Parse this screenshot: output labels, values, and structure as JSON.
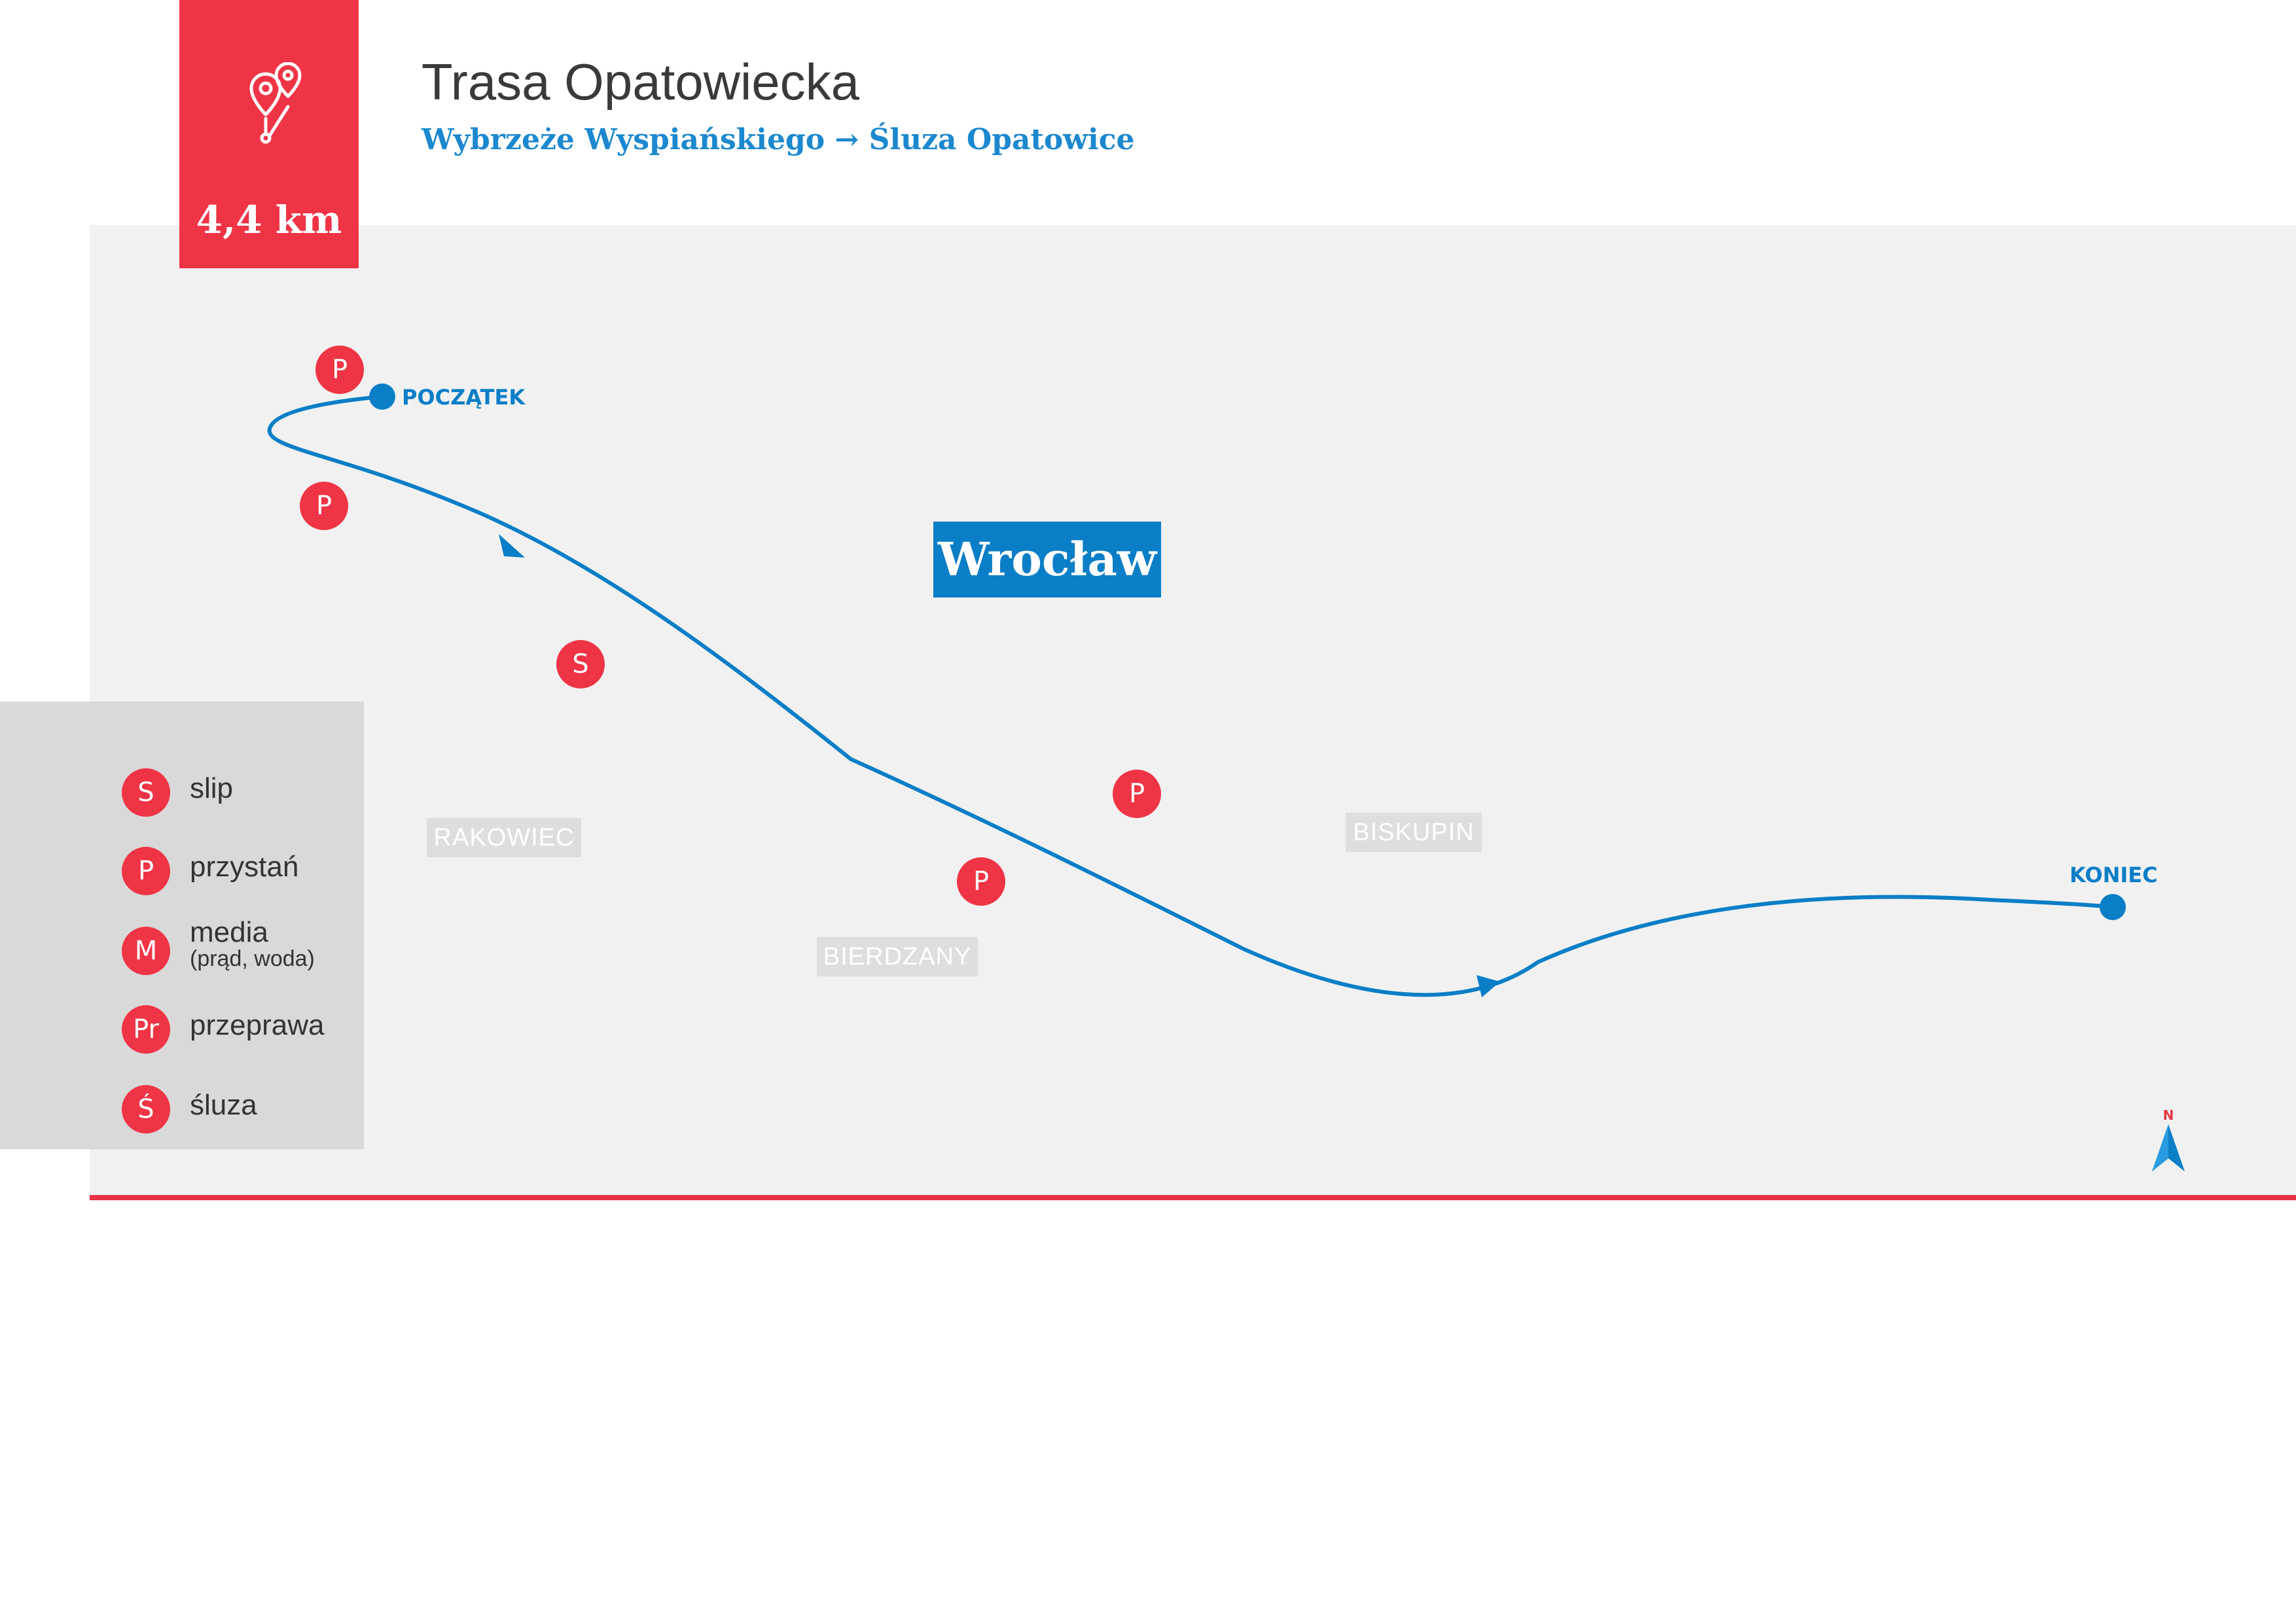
{
  "header": {
    "distance": "4,4 km",
    "title": "Trasa Opatowiecka",
    "subtitle": "Wybrzeże Wyspiańskiego → Śluza Opatowice",
    "icon": "route-pins-icon"
  },
  "map": {
    "city": "Wrocław",
    "districts": [
      "RAKOWIEC",
      "BIERDZANY",
      "BISKUPIN"
    ],
    "start_label": "POCZĄTEK",
    "end_label": "KONIEC",
    "north_label": "N",
    "points_of_interest": [
      "P",
      "P",
      "S",
      "P",
      "P"
    ],
    "route_color": "#0a7ec7",
    "poi_color": "#ef3445"
  },
  "legend": {
    "items": [
      {
        "badge": "S",
        "label": "slip"
      },
      {
        "badge": "P",
        "label": "przystań"
      },
      {
        "badge": "M",
        "label": "media",
        "note": "(prąd, woda)"
      },
      {
        "badge": "Pr",
        "label": "przeprawa"
      },
      {
        "badge": "Ś",
        "label": "śluza"
      }
    ]
  },
  "colors": {
    "accent_red": "#ef3445",
    "accent_blue": "#0a7ec7",
    "map_background": "#f1f1f1",
    "legend_background": "#d9d9d9"
  }
}
